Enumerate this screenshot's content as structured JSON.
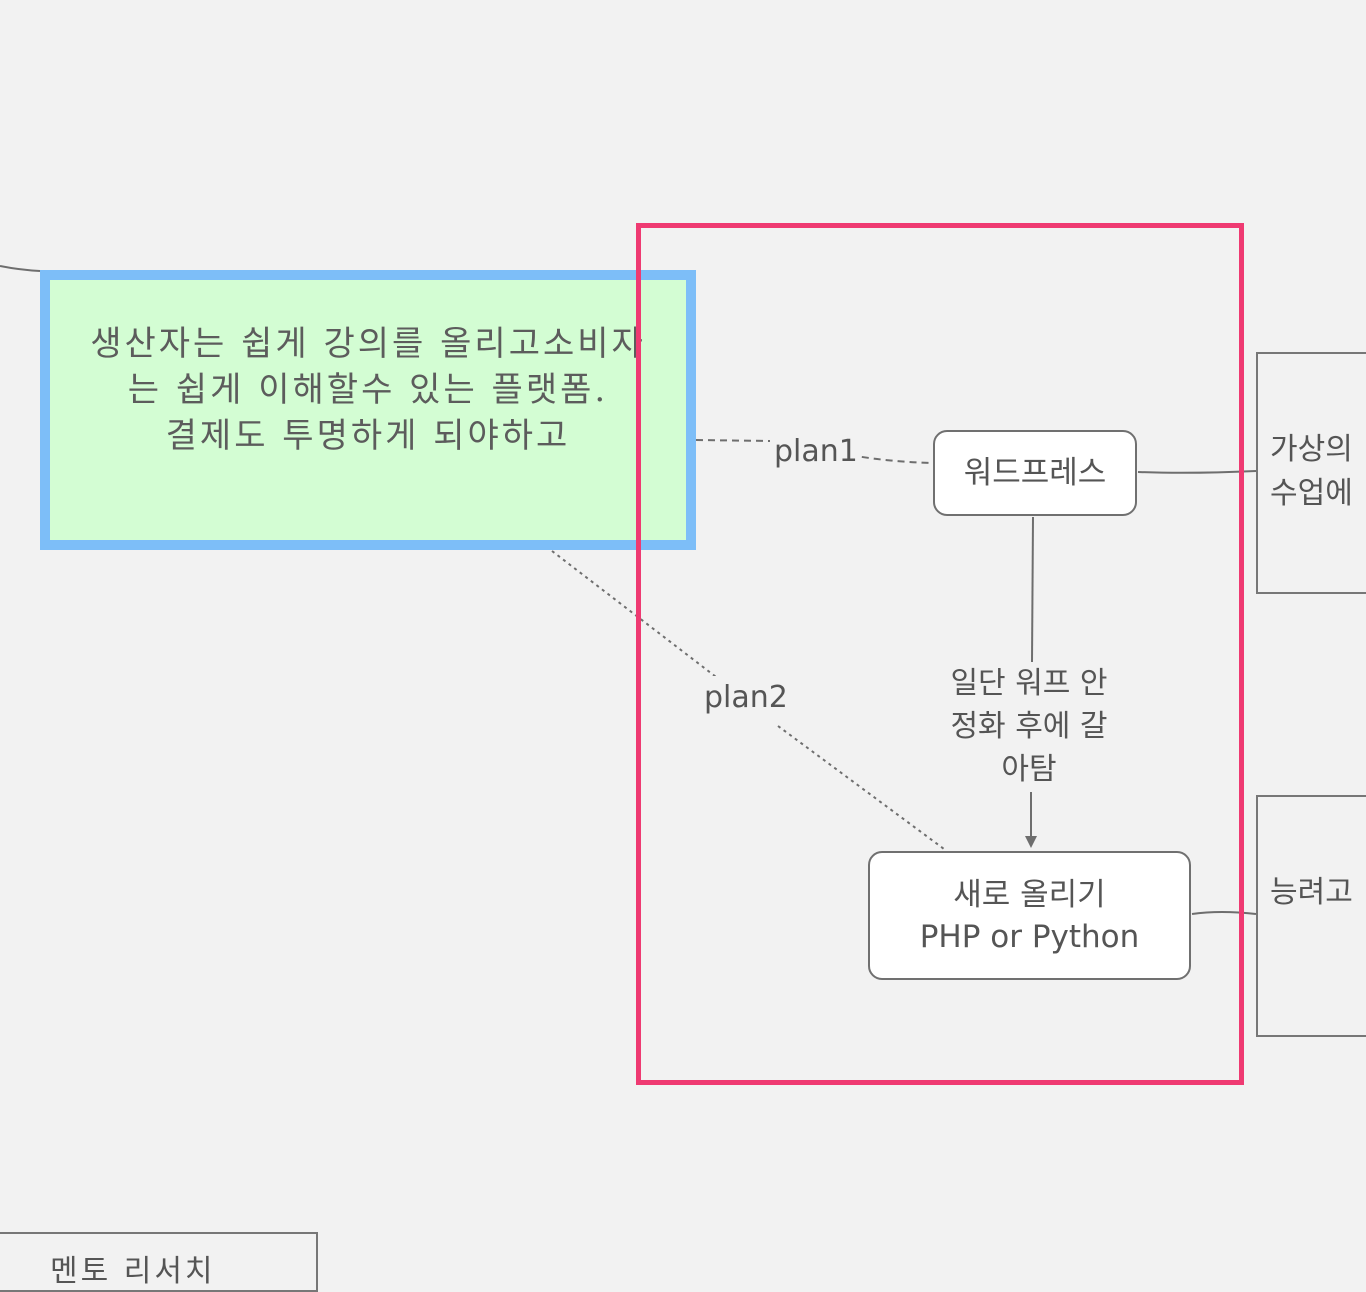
{
  "main_note": {
    "text": "생산자는 쉽게 강의를 올리고소비자\n는 쉽게 이해할수 있는 플랫폼.\n결제도 투명하게 되야하고"
  },
  "nodes": {
    "wordpress": "워드프레스",
    "new_upload": "새로 올리기\nPHP or Python"
  },
  "edge_labels": {
    "plan1": "plan1",
    "plan2": "plan2",
    "step": "일단 워프 안\n정화 후에 갈\n아탐"
  },
  "side_boxes": {
    "top": "가상의\n수업에",
    "bottom": "능려고"
  },
  "bottom_box": "멘토 리서치",
  "colors": {
    "background": "#f2f2f2",
    "note_fill": "#d3fdd3",
    "note_border": "#7dbef8",
    "highlight_frame": "#ef3a72",
    "line": "#6e6e6e"
  }
}
